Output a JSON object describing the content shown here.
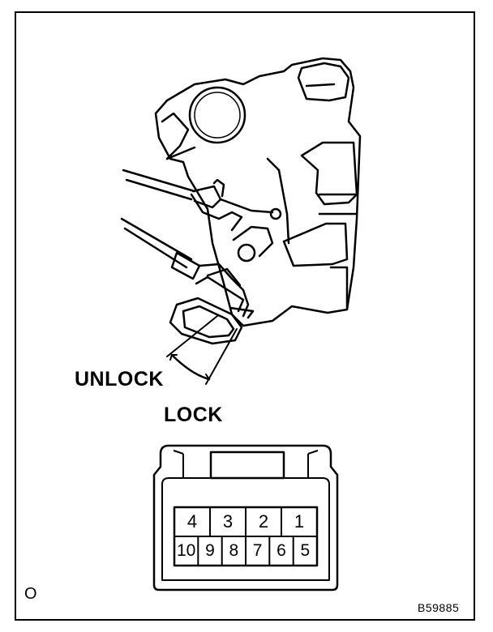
{
  "labels": {
    "unlock": "UNLOCK",
    "lock": "LOCK",
    "corner_mark": "O",
    "figure_code": "B59885"
  },
  "connector": {
    "top_row_pins": [
      "4",
      "3",
      "2",
      "1"
    ],
    "bottom_row_pins": [
      "10",
      "9",
      "8",
      "7",
      "6",
      "5"
    ]
  }
}
